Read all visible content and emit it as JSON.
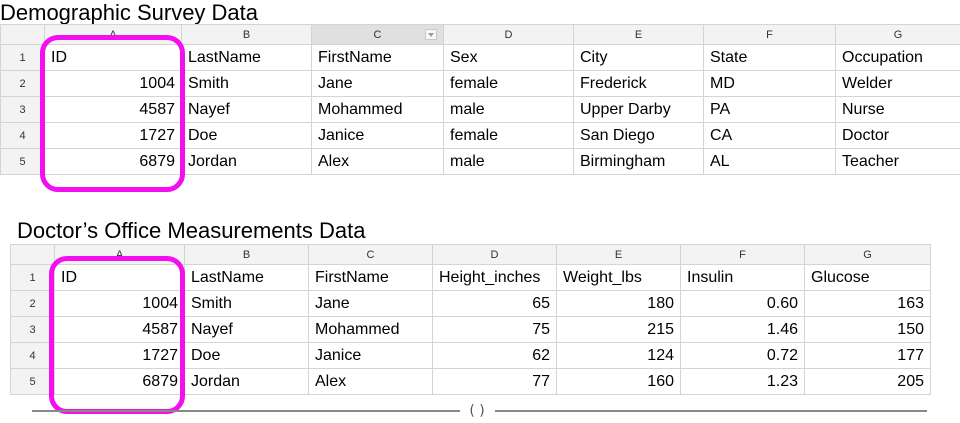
{
  "sheet1": {
    "title": "Demographic Survey Data",
    "columns": [
      "A",
      "B",
      "C",
      "D",
      "E",
      "F",
      "G"
    ],
    "row_numbers": [
      "1",
      "2",
      "3",
      "4",
      "5"
    ],
    "header": [
      "ID",
      "LastName",
      "FirstName",
      "Sex",
      "City",
      "State",
      "Occupation"
    ],
    "rows": [
      [
        "1004",
        "Smith",
        "Jane",
        "female",
        "Frederick",
        "MD",
        "Welder"
      ],
      [
        "4587",
        "Nayef",
        "Mohammed",
        "male",
        "Upper Darby",
        "PA",
        "Nurse"
      ],
      [
        "1727",
        "Doe",
        "Janice",
        "female",
        "San Diego",
        "CA",
        "Doctor"
      ],
      [
        "6879",
        "Jordan",
        "Alex",
        "male",
        "Birmingham",
        "AL",
        "Teacher"
      ]
    ]
  },
  "sheet2": {
    "title": "Doctor’s Office Measurements Data",
    "columns": [
      "A",
      "B",
      "C",
      "D",
      "E",
      "F",
      "G"
    ],
    "row_numbers": [
      "1",
      "2",
      "3",
      "4",
      "5"
    ],
    "header": [
      "ID",
      "LastName",
      "FirstName",
      "Height_inches",
      "Weight_lbs",
      "Insulin",
      "Glucose"
    ],
    "rows": [
      [
        "1004",
        "Smith",
        "Jane",
        "65",
        "180",
        "0.60",
        "163"
      ],
      [
        "4587",
        "Nayef",
        "Mohammed",
        "75",
        "215",
        "1.46",
        "150"
      ],
      [
        "1727",
        "Doe",
        "Janice",
        "62",
        "124",
        "0.72",
        "177"
      ],
      [
        "6879",
        "Jordan",
        "Alex",
        "77",
        "160",
        "1.23",
        "205"
      ]
    ]
  },
  "colors": {
    "highlight": "#f20ff0",
    "header_bg": "#f3f3f3",
    "grid": "#d4d4d4"
  },
  "icons": {
    "filter": "filter-dropdown-icon",
    "scroll": "scroll-handle-icon"
  },
  "scroll_handle": "( )"
}
